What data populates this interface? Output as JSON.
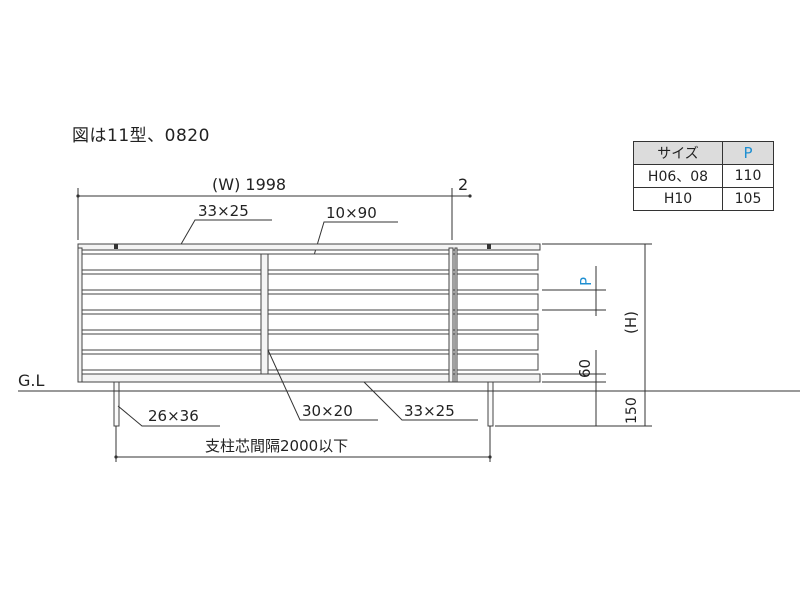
{
  "figure_note": "図は11型、0820",
  "size_table": {
    "header": {
      "size": "サイズ",
      "p": "P"
    },
    "rows": [
      {
        "size": "H06、08",
        "p": "110"
      },
      {
        "size": "H10",
        "p": "105"
      }
    ]
  },
  "dimensions": {
    "width": "(W) 1998",
    "gap": "2",
    "top_rail": "33×25",
    "slat": "10×90",
    "ground_line": "G.L",
    "post": "26×36",
    "mid_post": "30×20",
    "bottom_rail": "33×25",
    "post_spacing": "支柱芯間隔2000以下",
    "pitch": "P",
    "height": "(H)",
    "bottom_gap": "60",
    "embed": "150"
  },
  "colors": {
    "pitch_label": "#1f8fd1",
    "line": "#333333",
    "table_header": "#dcdcdc"
  }
}
